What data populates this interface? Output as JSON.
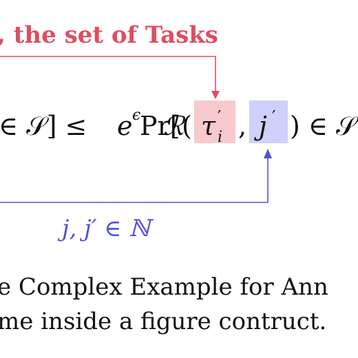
{
  "colors": {
    "red": "#e04c5f",
    "red_fill": "#f8c9cd",
    "blue": "#5551d9",
    "blue_fill": "#cfd0fb",
    "text": "#111111"
  },
  "annotation_top": {
    "text": ", the set of Tasks"
  },
  "equation": {
    "part_left": "∈ 𝒮] ≤ ",
    "exp_base": "e",
    "exp_sup": "ϵ",
    "pr": "Pr[",
    "script_r": "ℛ",
    "open_paren": "(",
    "tau": "τ",
    "tau_prime": "′",
    "tau_sub": "i",
    "comma": ",",
    "j": "j",
    "j_prime": "′",
    "close": ") ∈ 𝒮]"
  },
  "annotation_bottom": {
    "text": "j, j′ ∈ ℕ"
  },
  "caption": {
    "line1": "e Complex Example for Ann",
    "line2": "me inside a figure contruct."
  }
}
